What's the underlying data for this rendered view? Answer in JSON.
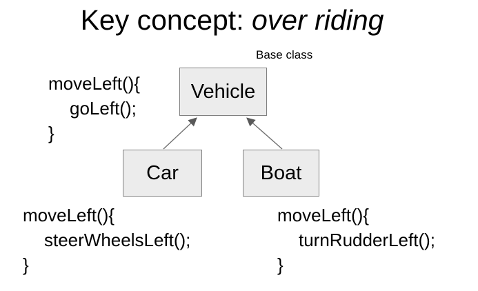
{
  "title": {
    "prefix": "Key concept: ",
    "emphasis": "over riding"
  },
  "diagram": {
    "base_class_label": "Base class",
    "nodes": {
      "vehicle": "Vehicle",
      "car": "Car",
      "boat": "Boat"
    }
  },
  "code_blocks": {
    "vehicle": [
      "moveLeft(){",
      "goLeft();",
      "}"
    ],
    "car": [
      "moveLeft(){",
      "steerWheelsLeft();",
      "}"
    ],
    "boat": [
      "moveLeft(){",
      "turnRudderLeft();",
      "}"
    ]
  },
  "colors": {
    "box_fill": "#ececec",
    "box_border": "#808080",
    "arrow_line": "#707070",
    "arrow_head": "#595959",
    "text": "#000000"
  }
}
